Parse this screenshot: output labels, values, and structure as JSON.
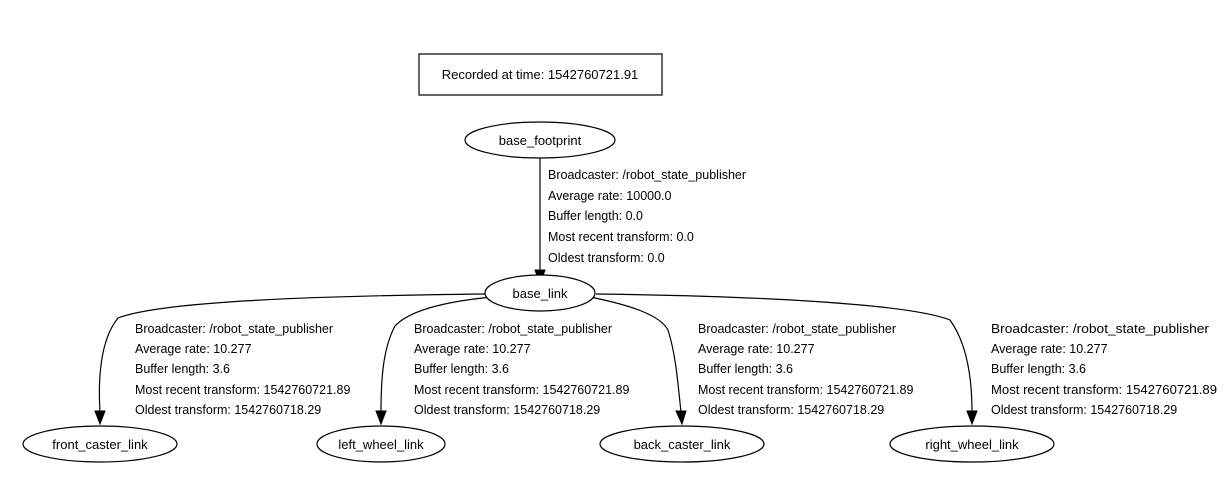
{
  "header": {
    "recorded": "Recorded at time: 1542760721.91"
  },
  "nodes": {
    "base_footprint": "base_footprint",
    "base_link": "base_link",
    "front_caster_link": "front_caster_link",
    "left_wheel_link": "left_wheel_link",
    "back_caster_link": "back_caster_link",
    "right_wheel_link": "right_wheel_link"
  },
  "edges": {
    "footprint_to_base": {
      "broadcaster": "Broadcaster: /robot_state_publisher",
      "average_rate": "Average rate: 10000.0",
      "buffer_length": "Buffer length: 0.0",
      "most_recent": "Most recent transform: 0.0",
      "oldest": "Oldest transform: 0.0"
    },
    "base_to_front_caster": {
      "broadcaster": "Broadcaster: /robot_state_publisher",
      "average_rate": "Average rate: 10.277",
      "buffer_length": "Buffer length: 3.6",
      "most_recent": "Most recent transform: 1542760721.89",
      "oldest": "Oldest transform: 1542760718.29"
    },
    "base_to_left_wheel": {
      "broadcaster": "Broadcaster: /robot_state_publisher",
      "average_rate": "Average rate: 10.277",
      "buffer_length": "Buffer length: 3.6",
      "most_recent": "Most recent transform: 1542760721.89",
      "oldest": "Oldest transform: 1542760718.29"
    },
    "base_to_back_caster": {
      "broadcaster": "Broadcaster: /robot_state_publisher",
      "average_rate": "Average rate: 10.277",
      "buffer_length": "Buffer length: 3.6",
      "most_recent": "Most recent transform: 1542760721.89",
      "oldest": "Oldest transform: 1542760718.29"
    },
    "base_to_right_wheel": {
      "broadcaster": "Broadcaster: /robot_state_publisher",
      "average_rate": "Average rate: 10.277",
      "buffer_length": "Buffer length: 3.6",
      "most_recent": "Most recent transform: 1542760721.89",
      "oldest": "Oldest transform: 1542760718.29"
    }
  }
}
